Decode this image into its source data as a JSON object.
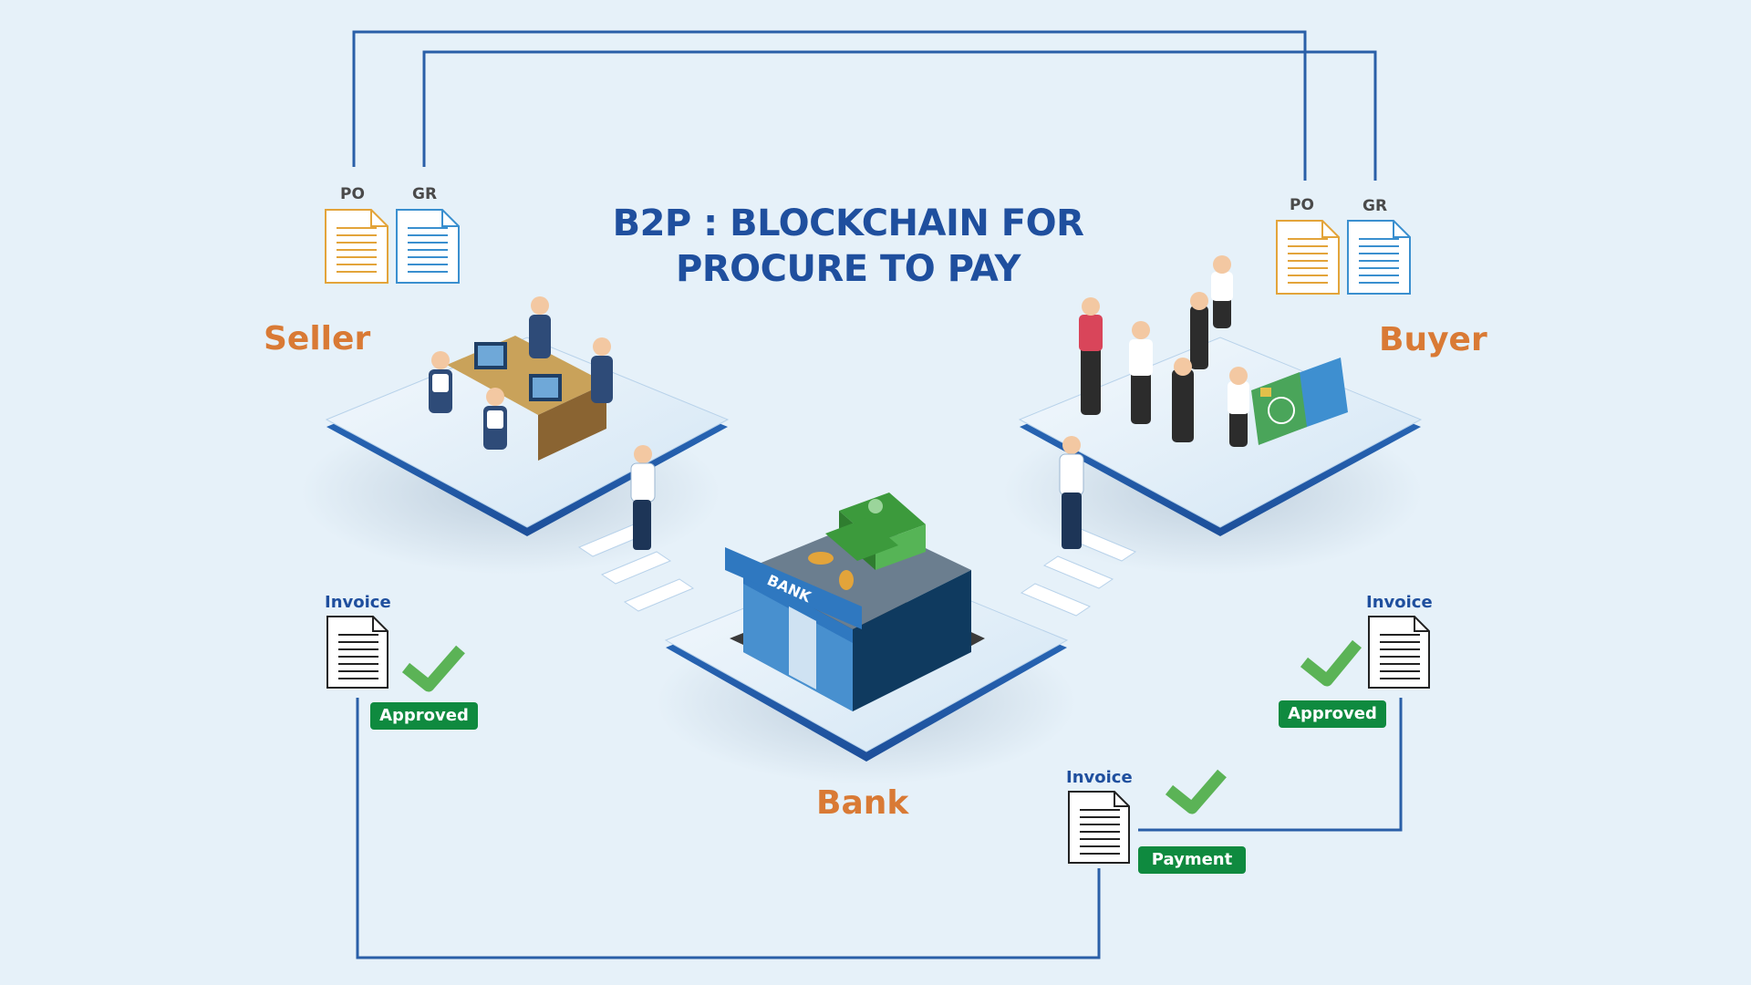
{
  "title": {
    "line1": "B2P : BLOCKCHAIN FOR",
    "line2": "PROCURE TO PAY"
  },
  "roles": {
    "seller": "Seller",
    "buyer": "Buyer",
    "bank": "Bank"
  },
  "seller_docs": {
    "po": "PO",
    "gr": "GR"
  },
  "buyer_docs": {
    "po": "PO",
    "gr": "GR"
  },
  "bank_sign": "BANK",
  "invoices": {
    "seller": {
      "label": "Invoice",
      "status": "Approved"
    },
    "buyer": {
      "label": "Invoice",
      "status": "Approved"
    },
    "payment": {
      "label": "Invoice",
      "status": "Payment"
    }
  },
  "colors": {
    "background": "#e6f1f9",
    "title": "#1f4f9e",
    "role_label": "#d97a35",
    "connector": "#2a5fa8",
    "badge": "#0f8a3f",
    "check": "#5bb356",
    "po_doc": "#e3a43a",
    "gr_doc": "#3a8fcf"
  },
  "icons": [
    "po-document-icon",
    "gr-document-icon",
    "invoice-document-icon",
    "checkmark-icon",
    "bank-building-icon",
    "money-stack-icon",
    "credit-card-icon"
  ]
}
